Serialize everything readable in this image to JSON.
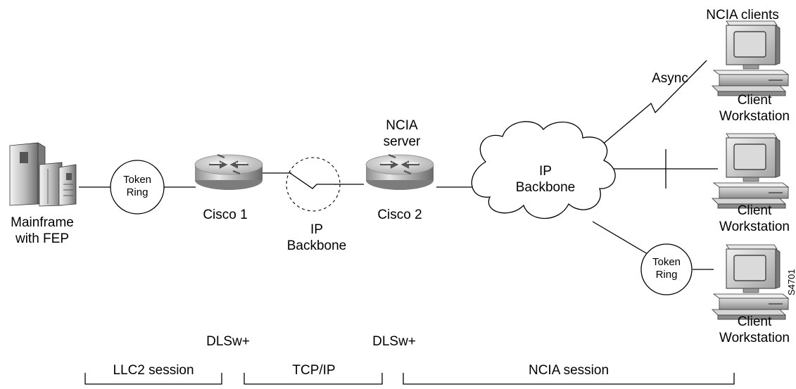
{
  "mainframe": {
    "label_line1": "Mainframe",
    "label_line2": "with FEP",
    "icon": "mainframe-icon"
  },
  "token_ring_left": {
    "line1": "Token",
    "line2": "Ring"
  },
  "cisco1": {
    "label": "Cisco 1",
    "icon": "router-icon"
  },
  "ip_backbone_small": {
    "line1": "IP",
    "line2": "Backbone"
  },
  "cisco2": {
    "label": "Cisco 2",
    "caption_line1": "NCIA",
    "caption_line2": "server",
    "icon": "router-icon"
  },
  "ip_backbone_cloud": {
    "line1": "IP",
    "line2": "Backbone",
    "icon": "cloud-icon"
  },
  "clients": {
    "title": "NCIA clients",
    "async_label": "Async",
    "workstations": [
      {
        "line1": "Client",
        "line2": "Workstation"
      },
      {
        "line1": "Client",
        "line2": "Workstation"
      },
      {
        "line1": "Client",
        "line2": "Workstation"
      }
    ]
  },
  "token_ring_right": {
    "line1": "Token",
    "line2": "Ring"
  },
  "figure_id": "S4701",
  "dlsw_left": "DLSw+",
  "dlsw_right": "DLSw+",
  "sessions": {
    "llc2": "LLC2 session",
    "tcpip": "TCP/IP",
    "ncia": "NCIA session"
  },
  "colors": {
    "line": "#000000",
    "router_body": "#b8b8b8",
    "monitor_screen": "#d9d9d9"
  }
}
